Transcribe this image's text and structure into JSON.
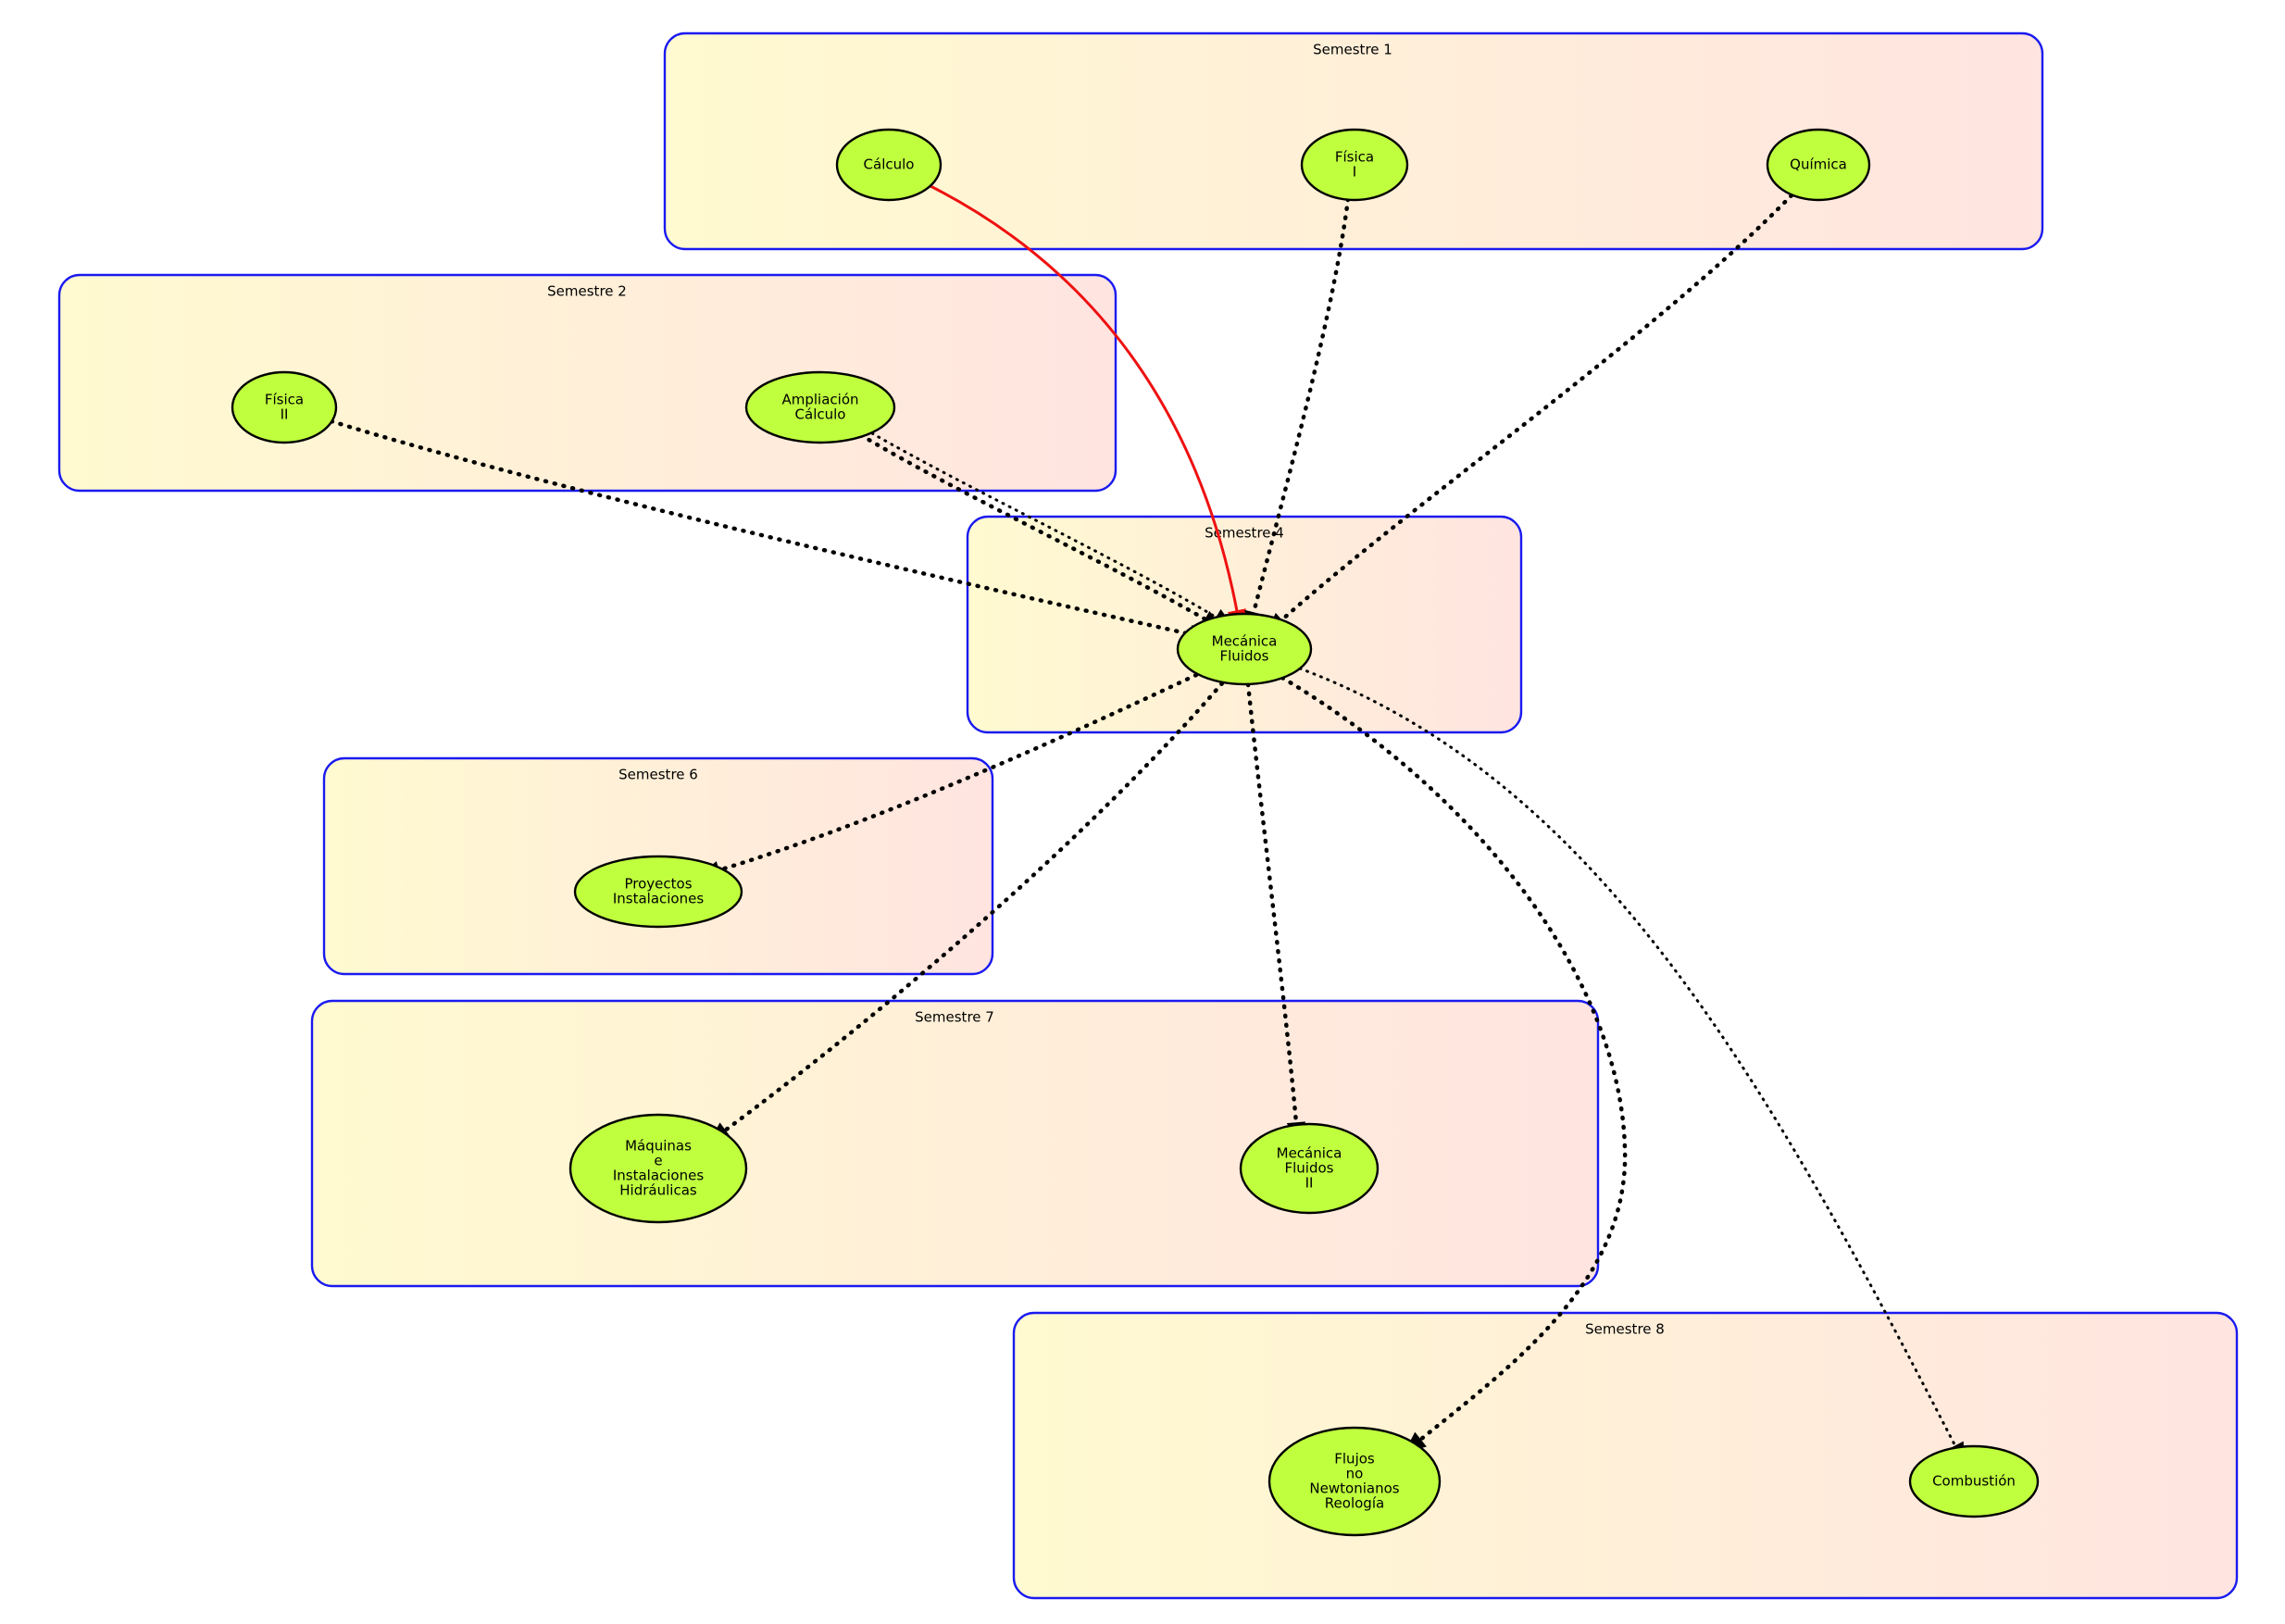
{
  "colors": {
    "node_fill": "#bfff3e",
    "cluster_border": "#1a1af0",
    "cluster_gradient_start": "#fffad0",
    "cluster_gradient_end": "#ffe4e0",
    "required_edge": "#ee1111",
    "dotted_edge": "#000000"
  },
  "clusters": [
    {
      "id": "s1",
      "label": "Semestre 1"
    },
    {
      "id": "s2",
      "label": "Semestre 2"
    },
    {
      "id": "s4",
      "label": "Semestre 4"
    },
    {
      "id": "s6",
      "label": "Semestre 6"
    },
    {
      "id": "s7",
      "label": "Semestre 7"
    },
    {
      "id": "s8",
      "label": "Semestre 8"
    }
  ],
  "nodes": [
    {
      "id": "calculo",
      "lines": [
        "Cálculo"
      ]
    },
    {
      "id": "fisica1",
      "lines": [
        "Física",
        "I"
      ]
    },
    {
      "id": "quimica",
      "lines": [
        "Química"
      ]
    },
    {
      "id": "fisica2",
      "lines": [
        "Física",
        "II"
      ]
    },
    {
      "id": "ampliacion",
      "lines": [
        "Ampliación",
        "Cálculo"
      ]
    },
    {
      "id": "mecanica",
      "lines": [
        "Mecánica",
        "Fluidos"
      ]
    },
    {
      "id": "proyectos",
      "lines": [
        "Proyectos",
        "Instalaciones"
      ]
    },
    {
      "id": "maquinas",
      "lines": [
        "Máquinas",
        "e",
        "Instalaciones",
        "Hidráulicas"
      ]
    },
    {
      "id": "mecanica2",
      "lines": [
        "Mecánica",
        "Fluidos",
        "II"
      ]
    },
    {
      "id": "flujos",
      "lines": [
        "Flujos",
        "no",
        "Newtonianos",
        "Reología"
      ]
    },
    {
      "id": "combustion",
      "lines": [
        "Combustión"
      ]
    }
  ],
  "edges": [
    {
      "from": "calculo",
      "to": "mecanica",
      "style": "solid-red"
    },
    {
      "from": "fisica1",
      "to": "mecanica",
      "style": "dotted-bold"
    },
    {
      "from": "quimica",
      "to": "mecanica",
      "style": "dotted-bold"
    },
    {
      "from": "fisica2",
      "to": "mecanica",
      "style": "dotted-bold"
    },
    {
      "from": "ampliacion",
      "to": "mecanica",
      "style": "dotted-bold"
    },
    {
      "from": "ampliacion",
      "to": "mecanica",
      "style": "dotted-thin"
    },
    {
      "from": "mecanica",
      "to": "proyectos",
      "style": "dotted-bold"
    },
    {
      "from": "mecanica",
      "to": "maquinas",
      "style": "dotted-bold"
    },
    {
      "from": "mecanica",
      "to": "mecanica2",
      "style": "dotted-bold"
    },
    {
      "from": "mecanica",
      "to": "flujos",
      "style": "dotted-bold"
    },
    {
      "from": "mecanica",
      "to": "combustion",
      "style": "dotted-thin"
    }
  ]
}
